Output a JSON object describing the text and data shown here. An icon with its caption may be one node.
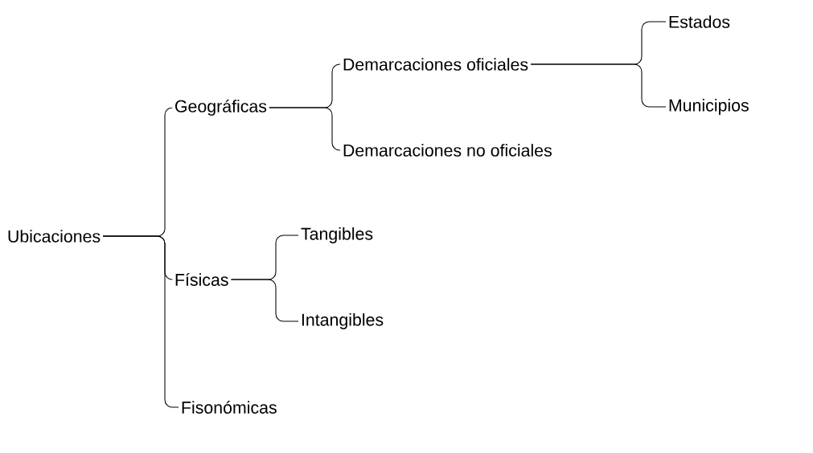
{
  "diagram": {
    "nodes": [
      {
        "text": [
          "Ubicaciones"
        ]
      },
      {
        "text": [
          "Geográficas"
        ]
      },
      {
        "text": [
          "Demarcaciones oficiales"
        ]
      },
      {
        "text": [
          "Estados"
        ]
      },
      {
        "text": [
          "Municipios"
        ]
      },
      {
        "text": [
          "Demarcaciones no oficiales"
        ]
      },
      {
        "text": [
          "Físicas"
        ]
      },
      {
        "text": [
          "Tangibles"
        ]
      },
      {
        "text": [
          "Intangibles"
        ]
      },
      {
        "text": [
          "Fisonómicas"
        ]
      }
    ],
    "edges": [
      {
        "from": 0,
        "to": 1,
        "arrow": "none"
      },
      {
        "from": 0,
        "to": 6,
        "arrow": "none"
      },
      {
        "from": 0,
        "to": 9,
        "arrow": "none"
      },
      {
        "from": 1,
        "to": 2,
        "arrow": "none"
      },
      {
        "from": 1,
        "to": 5,
        "arrow": "none"
      },
      {
        "from": 2,
        "to": 3,
        "arrow": "none"
      },
      {
        "from": 2,
        "to": 4,
        "arrow": "none"
      },
      {
        "from": 6,
        "to": 7,
        "arrow": "none"
      },
      {
        "from": 6,
        "to": 8,
        "arrow": "none"
      }
    ]
  }
}
